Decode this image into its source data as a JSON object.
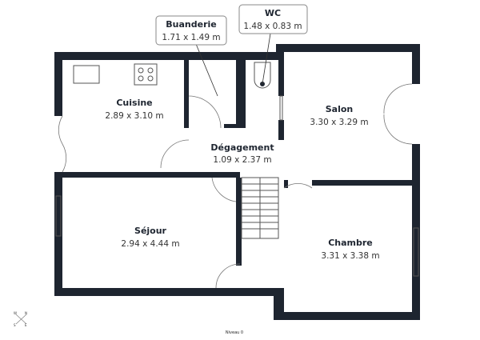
{
  "plan": {
    "level": "Niveau 0",
    "wall_color": "#1e2530",
    "compass": {
      "n": "N",
      "s": "S",
      "e": "E",
      "w": "W"
    },
    "rooms": [
      {
        "name": "Cuisine",
        "dims": "2.89 x 3.10 m"
      },
      {
        "name": "Séjour",
        "dims": "2.94 x 4.44 m"
      },
      {
        "name": "Dégagement",
        "dims": "1.09 x 2.37 m"
      },
      {
        "name": "Salon",
        "dims": "3.30 x 3.29 m"
      },
      {
        "name": "Chambre",
        "dims": "3.31 x 3.38 m"
      }
    ],
    "callouts": [
      {
        "name": "Buanderie",
        "dims": "1.71 x 1.49 m"
      },
      {
        "name": "WC",
        "dims": "1.48 x 0.83 m"
      }
    ]
  }
}
